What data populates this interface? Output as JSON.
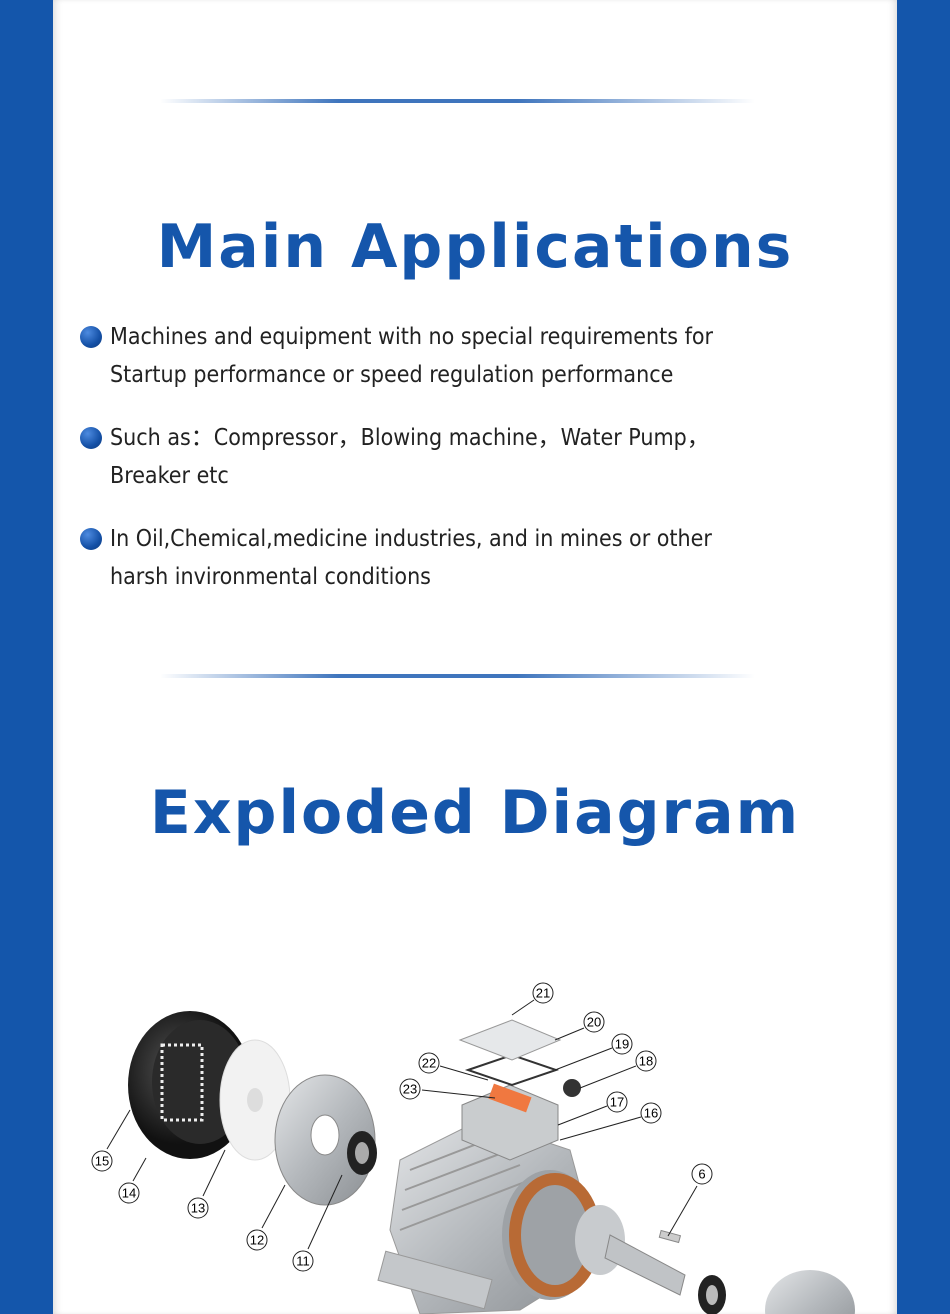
{
  "sections": {
    "applications": {
      "title": "Main Applications",
      "items": [
        {
          "line1": "Machines and equipment with no special requirements for",
          "line2": "Startup performance or speed regulation performance"
        },
        {
          "line1": "Such as：Compressor，Blowing machine，Water Pump，",
          "line2": "Breaker etc"
        },
        {
          "line1": "In Oil,Chemical,medicine industries, and in mines or other",
          "line2": "harsh invironmental conditions"
        }
      ]
    },
    "diagram": {
      "title": "Exploded Diagram",
      "callouts": [
        "21",
        "20",
        "19",
        "18",
        "22",
        "23",
        "17",
        "16",
        "6",
        "15",
        "14",
        "13",
        "12",
        "11"
      ]
    }
  },
  "colors": {
    "brand_blue": "#1456ab",
    "terminal_orange": "#f07840",
    "winding_copper": "#b86a35"
  }
}
